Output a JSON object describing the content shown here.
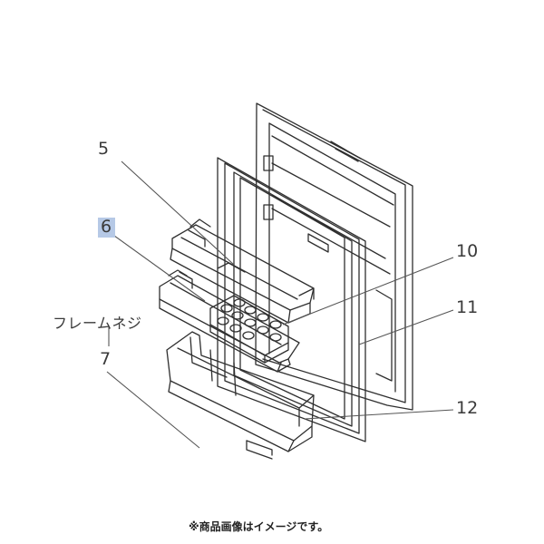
{
  "callouts": {
    "p5": "5",
    "p6": "6",
    "p7": "7",
    "p10": "10",
    "p11": "11",
    "p12": "12"
  },
  "frame_screw_label": "フレームネジ",
  "footnote": "※商品画像はイメージです。",
  "colors": {
    "line": "#2f2f2f",
    "leader": "#555555",
    "highlight": "#b6c9e6"
  }
}
